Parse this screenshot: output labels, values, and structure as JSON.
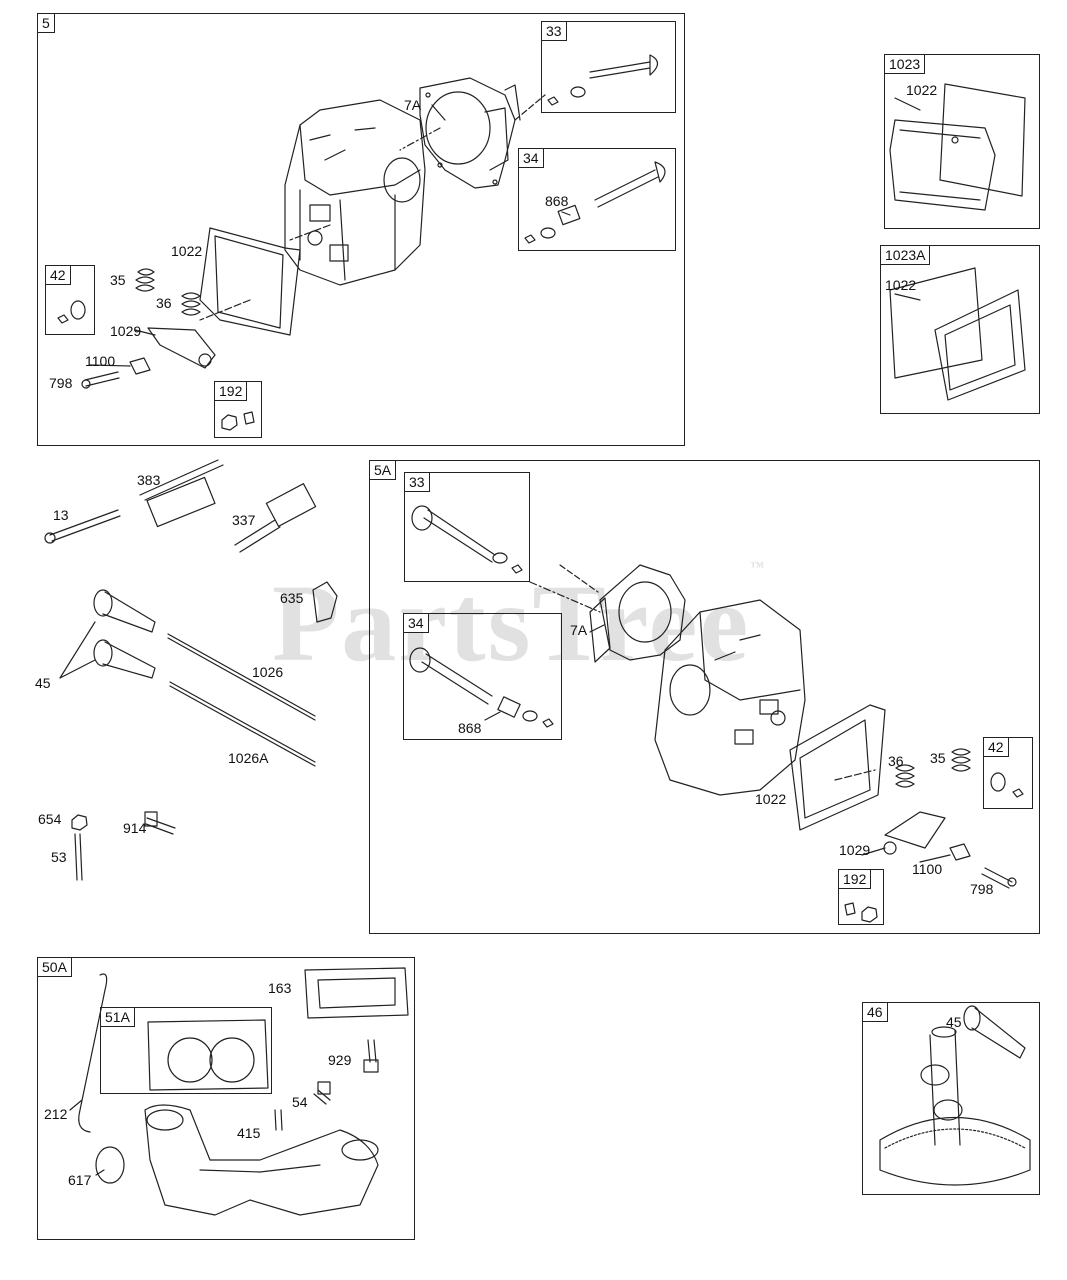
{
  "watermark": {
    "text": "PartsTree",
    "tm": "™"
  },
  "groups": [
    {
      "key": "g5",
      "tag": "5"
    },
    {
      "key": "g33a",
      "tag": "33"
    },
    {
      "key": "g34a",
      "tag": "34"
    },
    {
      "key": "g42a",
      "tag": "42"
    },
    {
      "key": "g192a",
      "tag": "192"
    },
    {
      "key": "g1023",
      "tag": "1023"
    },
    {
      "key": "g1023A",
      "tag": "1023A"
    },
    {
      "key": "g5A",
      "tag": "5A"
    },
    {
      "key": "g33b",
      "tag": "33"
    },
    {
      "key": "g34b",
      "tag": "34"
    },
    {
      "key": "g42b",
      "tag": "42"
    },
    {
      "key": "g192b",
      "tag": "192"
    },
    {
      "key": "g50A",
      "tag": "50A"
    },
    {
      "key": "g51A",
      "tag": "51A"
    },
    {
      "key": "g46",
      "tag": "46"
    }
  ],
  "labels": {
    "s5_7A": "7A",
    "s5_868": "868",
    "s5_1022": "1022",
    "s5_35": "35",
    "s5_36": "36",
    "s5_1029": "1029",
    "s5_1100": "1100",
    "s5_798": "798",
    "g1023_1022": "1022",
    "g1023A_1022": "1022",
    "p13": "13",
    "p383": "383",
    "p337": "337",
    "p635": "635",
    "p1026": "1026",
    "p45": "45",
    "p1026A": "1026A",
    "p654": "654",
    "p914": "914",
    "p53": "53",
    "s5A_7A": "7A",
    "s5A_868": "868",
    "s5A_36": "36",
    "s5A_35": "35",
    "s5A_1022": "1022",
    "s5A_1029": "1029",
    "s5A_1100": "1100",
    "s5A_798": "798",
    "p163": "163",
    "p212": "212",
    "p929": "929",
    "p54": "54",
    "p415": "415",
    "p617": "617",
    "g46_45": "45"
  }
}
